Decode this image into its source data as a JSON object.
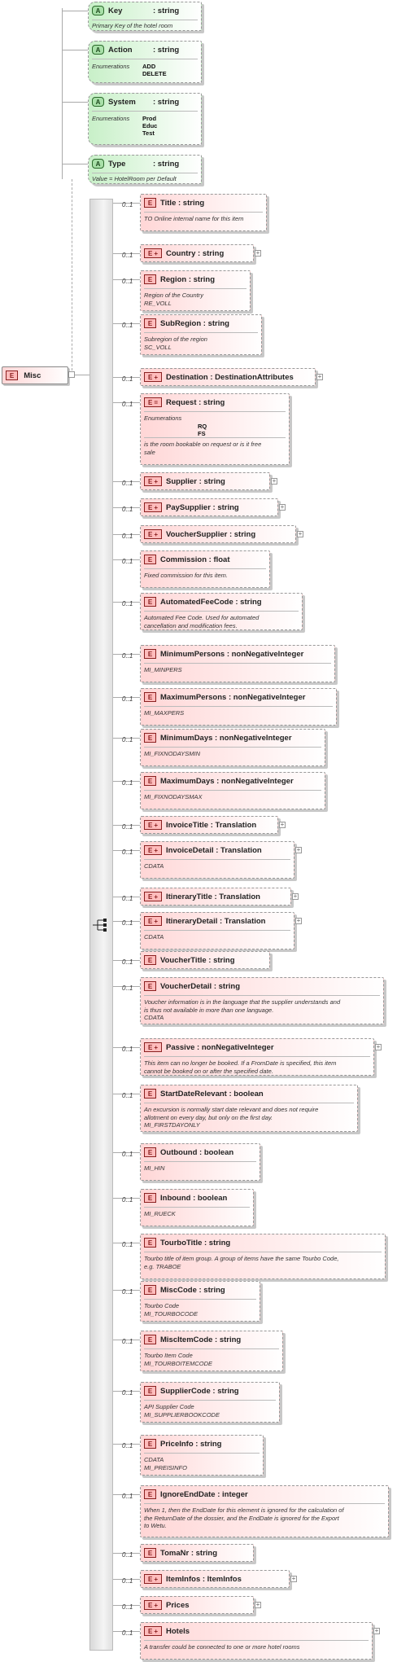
{
  "root": {
    "badge": "E",
    "name": "Misc"
  },
  "attributes": [
    {
      "badge": "A",
      "name": "Key",
      "type": ": string",
      "doc": "Primary Key of the hotel room"
    },
    {
      "badge": "A",
      "name": "Action",
      "type": ": string",
      "enum_label": "Enumerations",
      "enum_values": [
        "ADD",
        "DELETE"
      ]
    },
    {
      "badge": "A",
      "name": "System",
      "type": ": string",
      "enum_label": "Enumerations",
      "enum_values": [
        "Prod",
        "Educ",
        "Test"
      ]
    },
    {
      "badge": "A",
      "name": "Type",
      "type": ": string",
      "doc": "Value = HotelRoom per Default"
    }
  ],
  "elements": [
    {
      "card": "0..1",
      "badge": "E",
      "label": "Title        : string",
      "doc": "TO Online internal name for this item"
    },
    {
      "card": "0..1",
      "badge": "E",
      "label": "Country   : string",
      "ext": true
    },
    {
      "card": "0..1",
      "badge": "E",
      "label": "Region    : string",
      "doc": "Region of the Country\nRE_VOLL"
    },
    {
      "card": "0..1",
      "badge": "E",
      "label": "SubRegion : string",
      "doc": "Subregion of the region\nSC_VOLL"
    },
    {
      "card": "0..1",
      "badge": "E",
      "label": "Destination : DestinationAttributes",
      "ext": true
    },
    {
      "card": "0..1",
      "badge": "E",
      "label": "Request  : string",
      "lst": true,
      "enum_label": "Enumerations",
      "enum_values": [
        "RQ",
        "FS"
      ],
      "doc": "is the room bookable on request or is it free\nsale"
    },
    {
      "card": "0..1",
      "badge": "E",
      "label": "Supplier  : string",
      "ext": true
    },
    {
      "card": "0..1",
      "badge": "E",
      "label": "PaySupplier  : string",
      "ext": true
    },
    {
      "card": "0..1",
      "badge": "E",
      "label": "VoucherSupplier  : string",
      "ext": true
    },
    {
      "card": "0..1",
      "badge": "E",
      "label": "Commission : float",
      "doc": "Fixed commission for this item."
    },
    {
      "card": "0..1",
      "badge": "E",
      "label": "AutomatedFeeCode : string",
      "doc": "Automated Fee Code. Used for automated\ncancellation and modification fees."
    },
    {
      "card": "0..1",
      "badge": "E",
      "label": "MinimumPersons : nonNegativeInteger",
      "doc": "MI_MINPERS"
    },
    {
      "card": "0..1",
      "badge": "E",
      "label": "MaximumPersons : nonNegativeInteger",
      "doc": "MI_MAXPERS"
    },
    {
      "card": "0..1",
      "badge": "E",
      "label": "MinimumDays : nonNegativeInteger",
      "doc": "MI_FIXNODAYSMIN"
    },
    {
      "card": "0..1",
      "badge": "E",
      "label": "MaximumDays : nonNegativeInteger",
      "doc": "MI_FIXNODAYSMAX"
    },
    {
      "card": "0..1",
      "badge": "E",
      "label": "InvoiceTitle : Translation",
      "ext": true
    },
    {
      "card": "0..1",
      "badge": "E",
      "label": "InvoiceDetail : Translation",
      "ext": true,
      "doc": "CDATA"
    },
    {
      "card": "0..1",
      "badge": "E",
      "label": "ItineraryTitle : Translation",
      "ext": true
    },
    {
      "card": "0..1",
      "badge": "E",
      "label": "ItineraryDetail : Translation",
      "ext": true,
      "doc": "CDATA"
    },
    {
      "card": "0..1",
      "badge": "E",
      "label": "VoucherTitle : string"
    },
    {
      "card": "0..1",
      "badge": "E",
      "label": "VoucherDetail : string",
      "doc": "Voucher information is in the language that the supplier understands and\nis thus not available in more than one language.\nCDATA"
    },
    {
      "card": "0..1",
      "badge": "E",
      "label": "Passive   : nonNegativeInteger",
      "ext": true,
      "doc": "This item can no longer be booked. If a FromDate is specified, this item\ncannot be booked on or after the specified date."
    },
    {
      "card": "0..1",
      "badge": "E",
      "label": "StartDateRelevant : boolean",
      "doc": "An excursion is normally start date relevant and does not require\nallotment on every day, but only on the first day.\nMI_FIRSTDAYONLY"
    },
    {
      "card": "0..1",
      "badge": "E",
      "label": "Outbound : boolean",
      "doc": "MI_HIN"
    },
    {
      "card": "0..1",
      "badge": "E",
      "label": "Inbound  : boolean",
      "doc": "MI_RUECK"
    },
    {
      "card": "0..1",
      "badge": "E",
      "label": "TourboTitle : string",
      "doc": "Tourbo title of item group. A group of items have the same Tourbo Code,\ne.g. TRABOE"
    },
    {
      "card": "0..1",
      "badge": "E",
      "label": "MiscCode : string",
      "doc": "Tourbo Code\nMI_TOURBOCODE"
    },
    {
      "card": "0..1",
      "badge": "E",
      "label": "MiscItemCode : string",
      "doc": "Tourbo Item Code\nMI_TOURBOITEMCODE"
    },
    {
      "card": "0..1",
      "badge": "E",
      "label": "SupplierCode : string",
      "doc": "API Supplier Code\nMI_SUPPLIERBOOKCODE"
    },
    {
      "card": "0..1",
      "badge": "E",
      "label": "PriceInfo : string",
      "doc": "CDATA\nMI_PREISINFO"
    },
    {
      "card": "0..1",
      "badge": "E",
      "label": "IgnoreEndDate : integer",
      "doc": "When 1, then the EndDate for this element is ignored for the calculation of\nthe ReturnDate of the dossier, and the EndDate is ignored for the Export\nto Wetu."
    },
    {
      "card": "0..1",
      "badge": "E",
      "label": "TomaNr  : string"
    },
    {
      "card": "0..1",
      "badge": "E",
      "label": "ItemInfos : ItemInfos",
      "ext": true
    },
    {
      "card": "0..1",
      "badge": "E",
      "label": "Prices",
      "ext": true
    },
    {
      "card": "0..1",
      "badge": "E",
      "label": "Hotels",
      "ext": true,
      "doc": "A transfer could be connected to one or more hotel rooms"
    }
  ]
}
